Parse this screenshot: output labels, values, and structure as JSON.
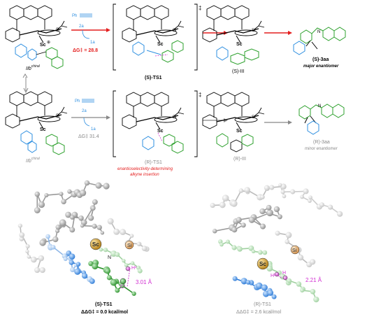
{
  "reagents": {
    "top": {
      "alkyne": "Ph",
      "code": "2a",
      "byproduct": "1a",
      "dG": "ΔG‡ = 28.8"
    },
    "bottom": {
      "alkyne": "Ph",
      "code": "2a",
      "byproduct": "1a",
      "dG": "ΔG‡ 31.4"
    }
  },
  "labels": {
    "IIb_top": "IIb",
    "IIb_top_sup": "chiral",
    "IIb_bottom": "IIb",
    "IIb_bottom_sup": "chiral",
    "ts_top": "(S)-TS1",
    "ts_bottom": "(R)-TS1",
    "int_top": "(S)-III",
    "int_bottom": "(R)-III",
    "prod_top": "(S)-3aa",
    "prod_top_sub": "major enantiomer",
    "prod_bottom": "(R)-3aa",
    "prod_bottom_sub": "minor enantiomer",
    "ts_note_1": "enantioselectivity-determining",
    "ts_note_2": "alkyne insertion",
    "dagger": "‡"
  },
  "atoms": {
    "sc": "Sc",
    "si": "Si",
    "n": "N",
    "h": "H",
    "plus": "⊕",
    "h1": "H¹",
    "c1": "C¹",
    "h2": "H²"
  },
  "models": {
    "left": {
      "title": "(S)-TS1",
      "energy": "ΔΔG‡ = 0.0 kcal/mol",
      "distance": "3.01 Å"
    },
    "right": {
      "title": "(R)-TS1",
      "energy": "ΔΔG‡ = 2.6 kcal/mol",
      "distance": "2.21 Å"
    }
  },
  "colors": {
    "red": "#e41e1e",
    "blue": "#2e8fe0",
    "green": "#2ca02c",
    "magenta": "#d12fd1",
    "gray": "#888888",
    "orange": "#e0a86a"
  }
}
